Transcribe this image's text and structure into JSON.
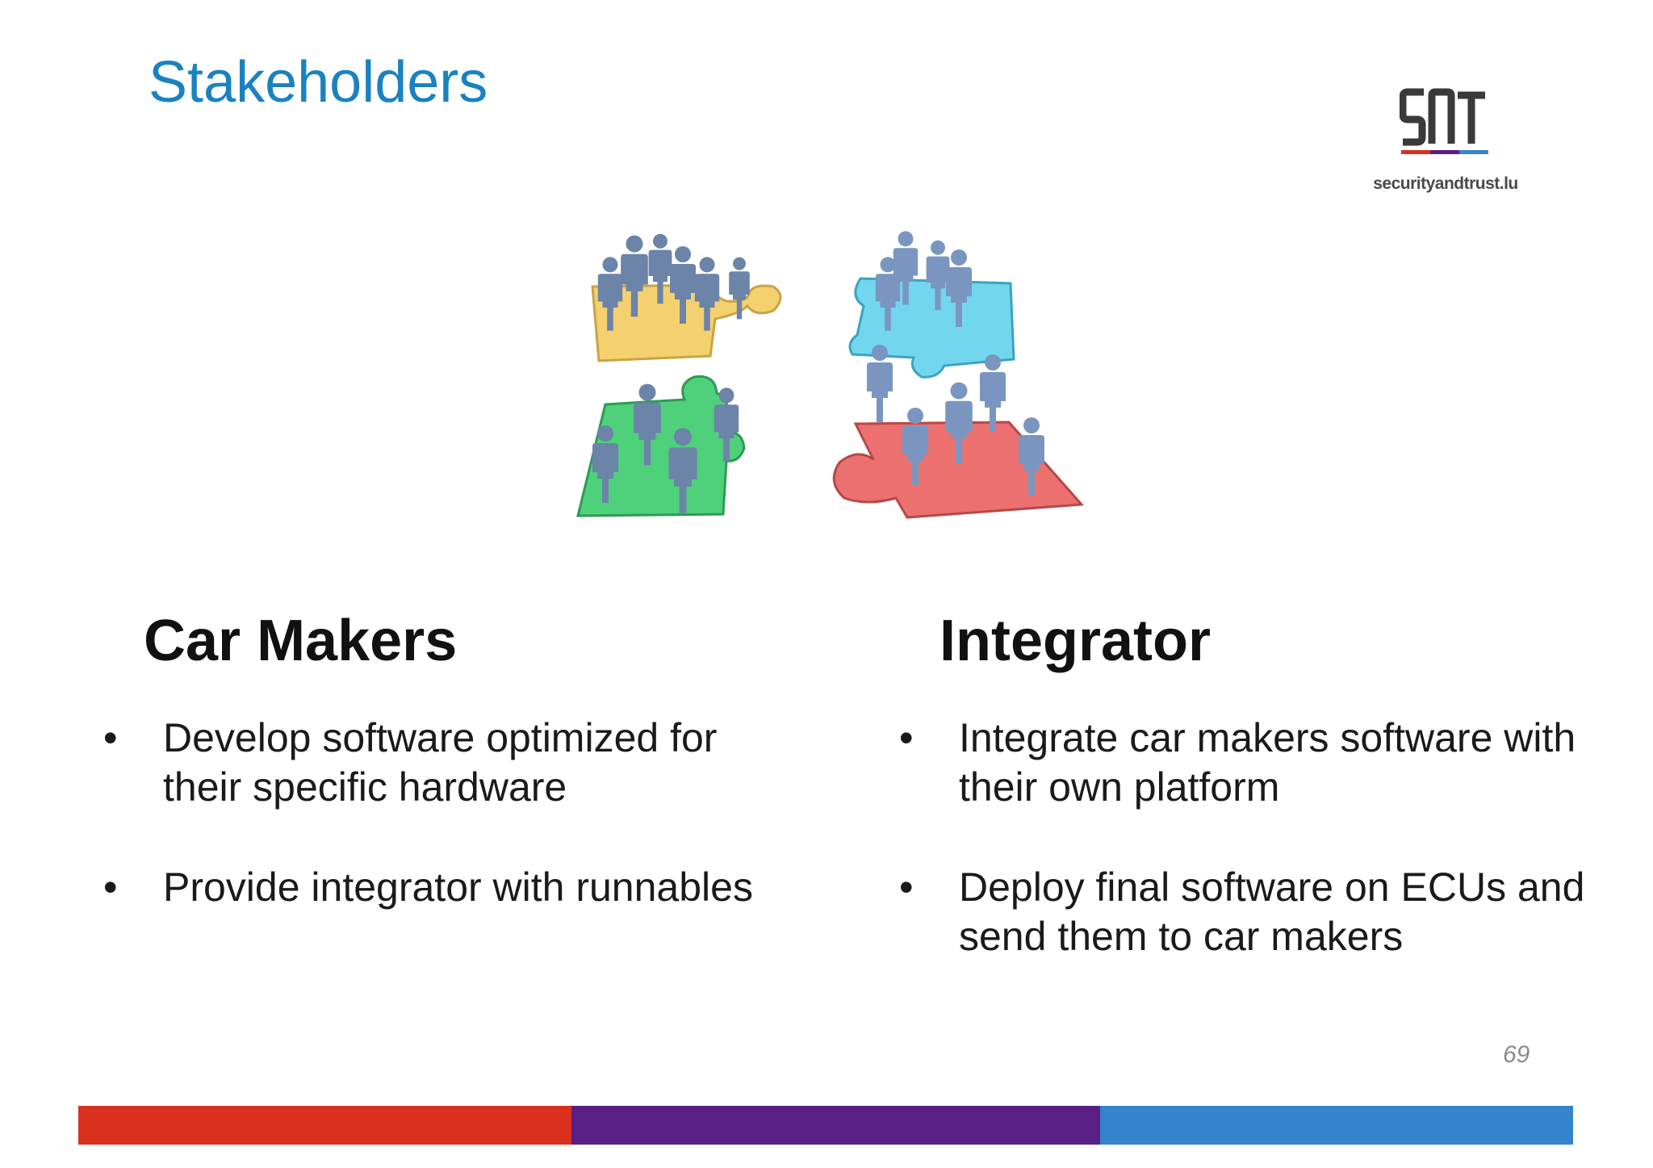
{
  "slide": {
    "title": "Stakeholders",
    "page_number": "69"
  },
  "logo": {
    "mark_text": "SNT",
    "site_text": "securityandtrust.lu"
  },
  "columns": [
    {
      "heading": "Car Makers",
      "bullets": [
        "Develop software optimized for their specific hardware",
        "Provide integrator with runnables"
      ]
    },
    {
      "heading": "Integrator",
      "bullets": [
        "Integrate car makers software with their own platform",
        "Deploy final software on ECUs and send them to car makers"
      ]
    }
  ],
  "bullet_symbol": "•",
  "colors": {
    "title": "#1a82c0",
    "footer_red": "#d9301e",
    "footer_purple": "#5a1f82",
    "footer_blue": "#3384cc",
    "puzzle_yellow": "#f5d06e",
    "puzzle_green": "#4fd07a",
    "puzzle_cyan": "#72d6ee",
    "puzzle_red": "#ec7070",
    "people": "#6b84a8"
  }
}
